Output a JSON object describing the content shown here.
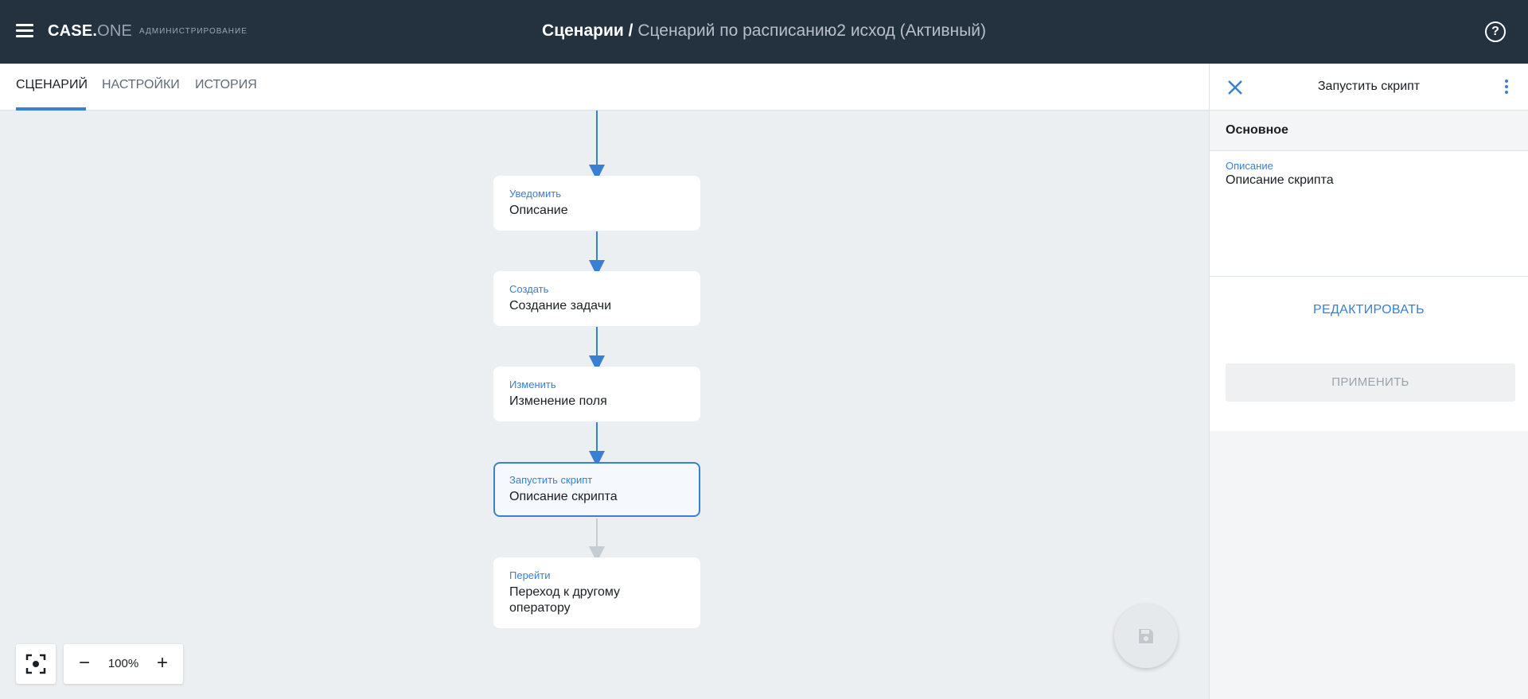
{
  "header": {
    "brand_main": "CASE.",
    "brand_accent": "ONE",
    "section": "АДМИНИСТРИРОВАНИЕ",
    "title_main": "Сценарии /",
    "title_sub": "Сценарий по расписанию2 исход (Активный)",
    "help_symbol": "?"
  },
  "tabs": [
    {
      "label": "СЦЕНАРИЙ",
      "active": true
    },
    {
      "label": "НАСТРОЙКИ",
      "active": false
    },
    {
      "label": "ИСТОРИЯ",
      "active": false
    }
  ],
  "nodes": [
    {
      "kind": "Уведомить",
      "desc": "Описание"
    },
    {
      "kind": "Создать",
      "desc": "Создание задачи"
    },
    {
      "kind": "Изменить",
      "desc": "Изменение поля"
    },
    {
      "kind": "Запустить скрипт",
      "desc": "Описание скрипта",
      "selected": true
    },
    {
      "kind": "Перейти",
      "desc": "Переход к другому оператору"
    }
  ],
  "zoom": {
    "value": "100%",
    "minus": "−",
    "plus": "+"
  },
  "panel": {
    "title": "Запустить скрипт",
    "section": "Основное",
    "field_label": "Описание",
    "field_value": "Описание скрипта",
    "edit_label": "РЕДАКТИРОВАТЬ",
    "apply_label": "ПРИМЕНИТЬ"
  },
  "colors": {
    "header_bg": "#243240",
    "accent": "#3a80d2",
    "canvas_bg": "#eceff1"
  }
}
